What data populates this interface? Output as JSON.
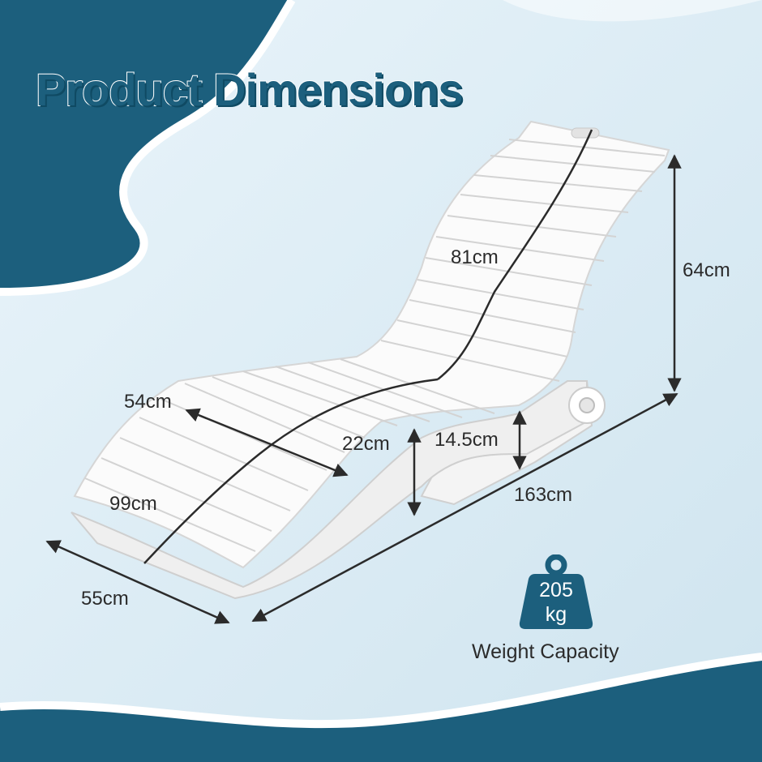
{
  "title": "Product Dimensions",
  "colors": {
    "brand": "#1c5f7d",
    "background": "#dfeef6",
    "product": "#ffffff"
  },
  "dimensions": {
    "backrest_length": "81cm",
    "height": "64cm",
    "seat_width": "54cm",
    "seat_height": "22cm",
    "front_height": "14.5cm",
    "seat_length": "99cm",
    "total_length": "163cm",
    "width": "55cm"
  },
  "weight_capacity": {
    "value": "205",
    "unit": "kg",
    "label": "Weight Capacity",
    "icon": "weight-icon"
  }
}
